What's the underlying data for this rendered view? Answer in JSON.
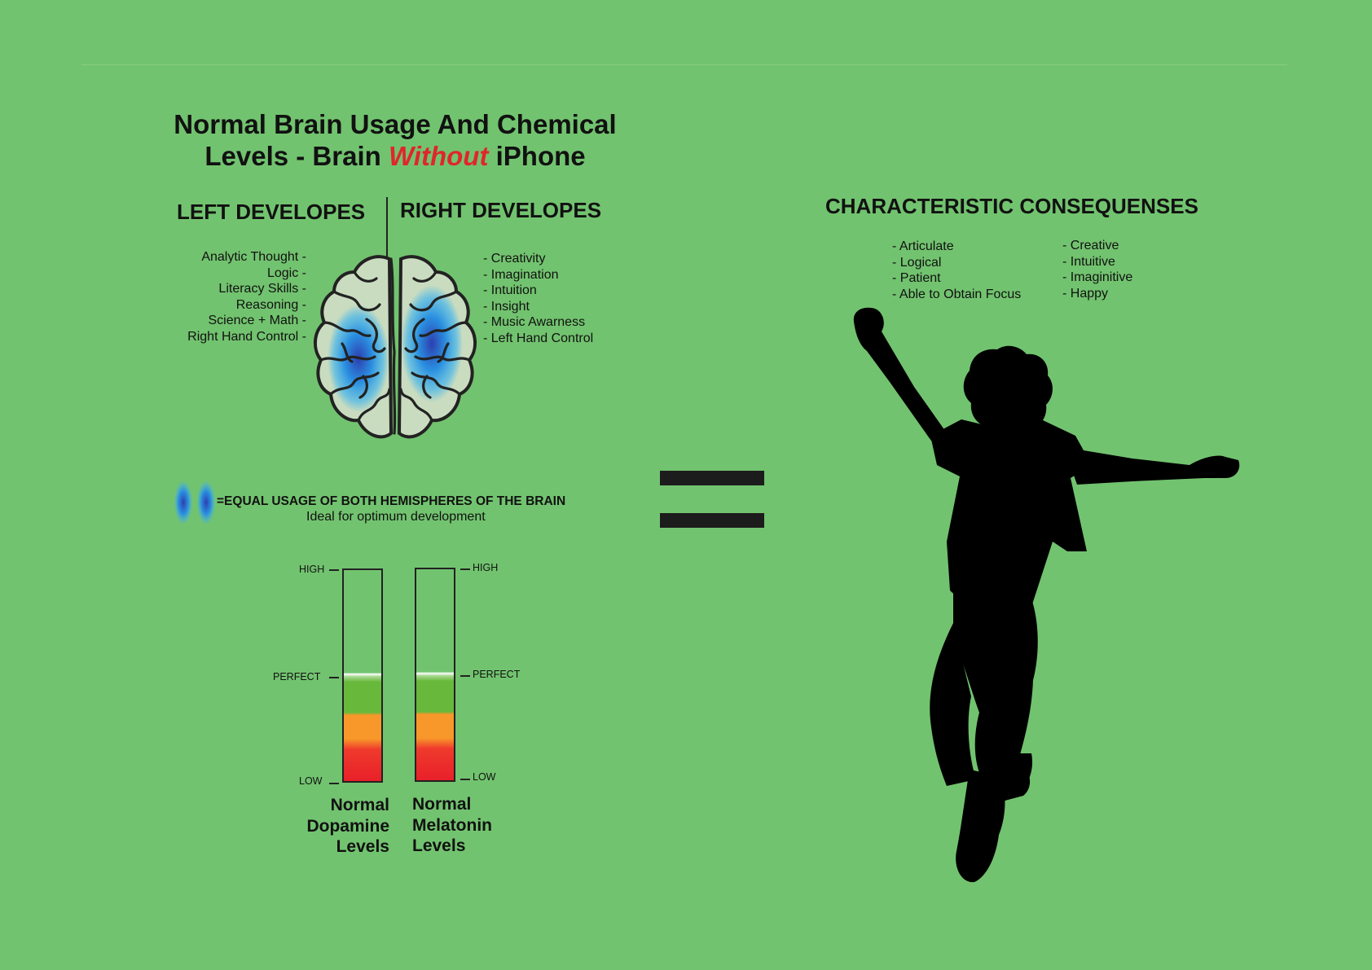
{
  "title": {
    "line1": "Normal Brain Usage And Chemical",
    "line2_pre": "Levels - Brain ",
    "line2_em": "Without",
    "line2_post": " iPhone"
  },
  "left_heading": "LEFT DEVELOPES",
  "right_heading": "RIGHT DEVELOPES",
  "left_traits": [
    "Analytic Thought -",
    "Logic -",
    "Literacy Skills -",
    "Reasoning -",
    "Science + Math -",
    "Right Hand Control -"
  ],
  "right_traits": [
    "- Creativity",
    "- Imagination",
    "- Intuition",
    "- Insight",
    "- Music Awarness",
    "- Left Hand Control"
  ],
  "legend": {
    "text": "=EQUAL USAGE OF BOTH HEMISPHERES OF THE BRAIN",
    "subtext": "Ideal for optimum development"
  },
  "gauges": {
    "levels": {
      "high": "HIGH",
      "perfect": "PERFECT",
      "low": "LOW"
    },
    "dopamine": {
      "line1": "Normal",
      "line2": "Dopamine",
      "line3": "Levels"
    },
    "melatonin": {
      "line1": "Normal",
      "line2": "Melatonin",
      "line3": "Levels"
    }
  },
  "consequences": {
    "title": "CHARACTERISTIC CONSEQUENSES",
    "col1": [
      "- Articulate",
      "- Logical",
      "- Patient",
      "- Able to Obtain Focus"
    ],
    "col2": [
      "- Creative",
      "- Intuitive",
      "- Imaginitive",
      "- Happy"
    ]
  },
  "colors": {
    "background": "#72c36f",
    "emphasis": "#e0262a",
    "brain_fill": "#c9dcc0",
    "highlight": "#2a8fe0"
  }
}
